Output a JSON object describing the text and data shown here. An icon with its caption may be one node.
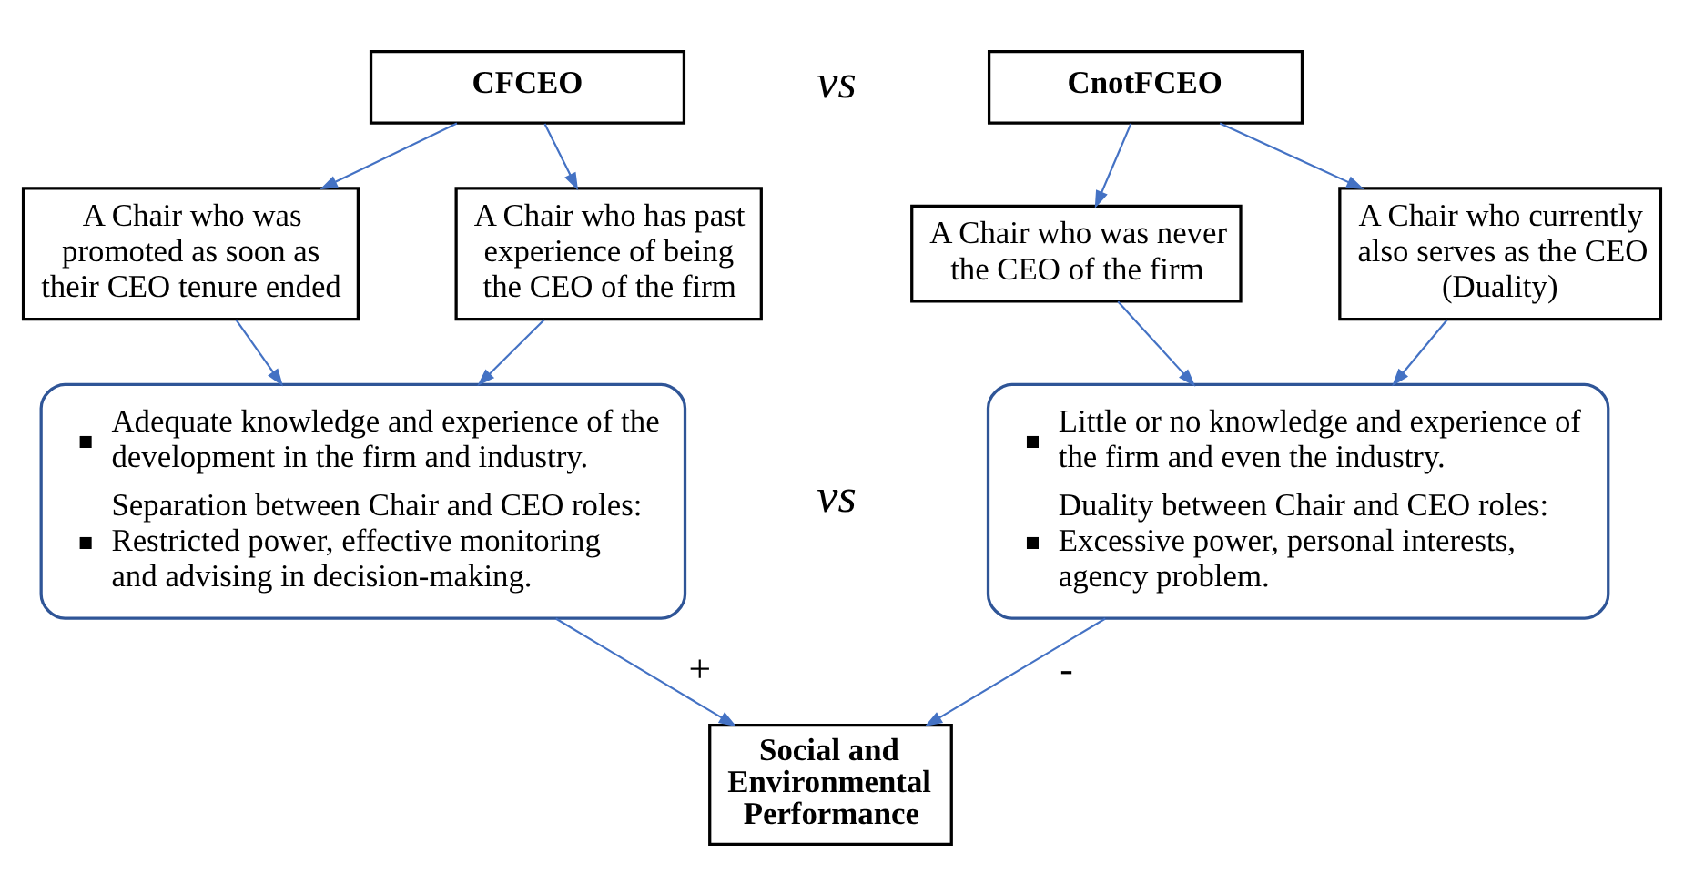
{
  "diagram": {
    "nodes": [
      {
        "text": [
          "CFCEO"
        ]
      },
      {
        "text": [
          "A Chair who was promoted as soon as their CEO tenure ended"
        ]
      },
      {
        "text": [
          "A Chair who has past experience of being the CEO of the firm"
        ]
      },
      {
        "text": [
          "Adequate knowledge and experience of the development in the firm and industry.",
          "Separation between Chair and CEO roles: Restricted power, effective monitoring and advising in decision-making."
        ]
      },
      {
        "text": [
          "CnotFCEO"
        ]
      },
      {
        "text": [
          "A Chair who was never the CEO of the firm"
        ]
      },
      {
        "text": [
          "A Chair who currently also serves as the CEO (Duality)"
        ]
      },
      {
        "text": [
          "Little or no knowledge and experience of the firm and even the industry.",
          "Duality between Chair and CEO roles: Excessive power, personal interests, agency problem."
        ]
      },
      {
        "text": [
          "Social and Environmental Performance"
        ]
      }
    ],
    "edges": [
      {
        "from": 0,
        "to": 1,
        "arrow": "to"
      },
      {
        "from": 0,
        "to": 2,
        "arrow": "to"
      },
      {
        "from": 1,
        "to": 3,
        "arrow": "to"
      },
      {
        "from": 2,
        "to": 3,
        "arrow": "to"
      },
      {
        "from": 4,
        "to": 5,
        "arrow": "to"
      },
      {
        "from": 4,
        "to": 6,
        "arrow": "to"
      },
      {
        "from": 5,
        "to": 7,
        "arrow": "to"
      },
      {
        "from": 6,
        "to": 7,
        "arrow": "to"
      },
      {
        "from": 3,
        "to": 8,
        "label": "+",
        "arrow": "to"
      },
      {
        "from": 7,
        "to": 8,
        "label": "-",
        "arrow": "to"
      }
    ],
    "labels": [
      "vs",
      "vs"
    ]
  }
}
